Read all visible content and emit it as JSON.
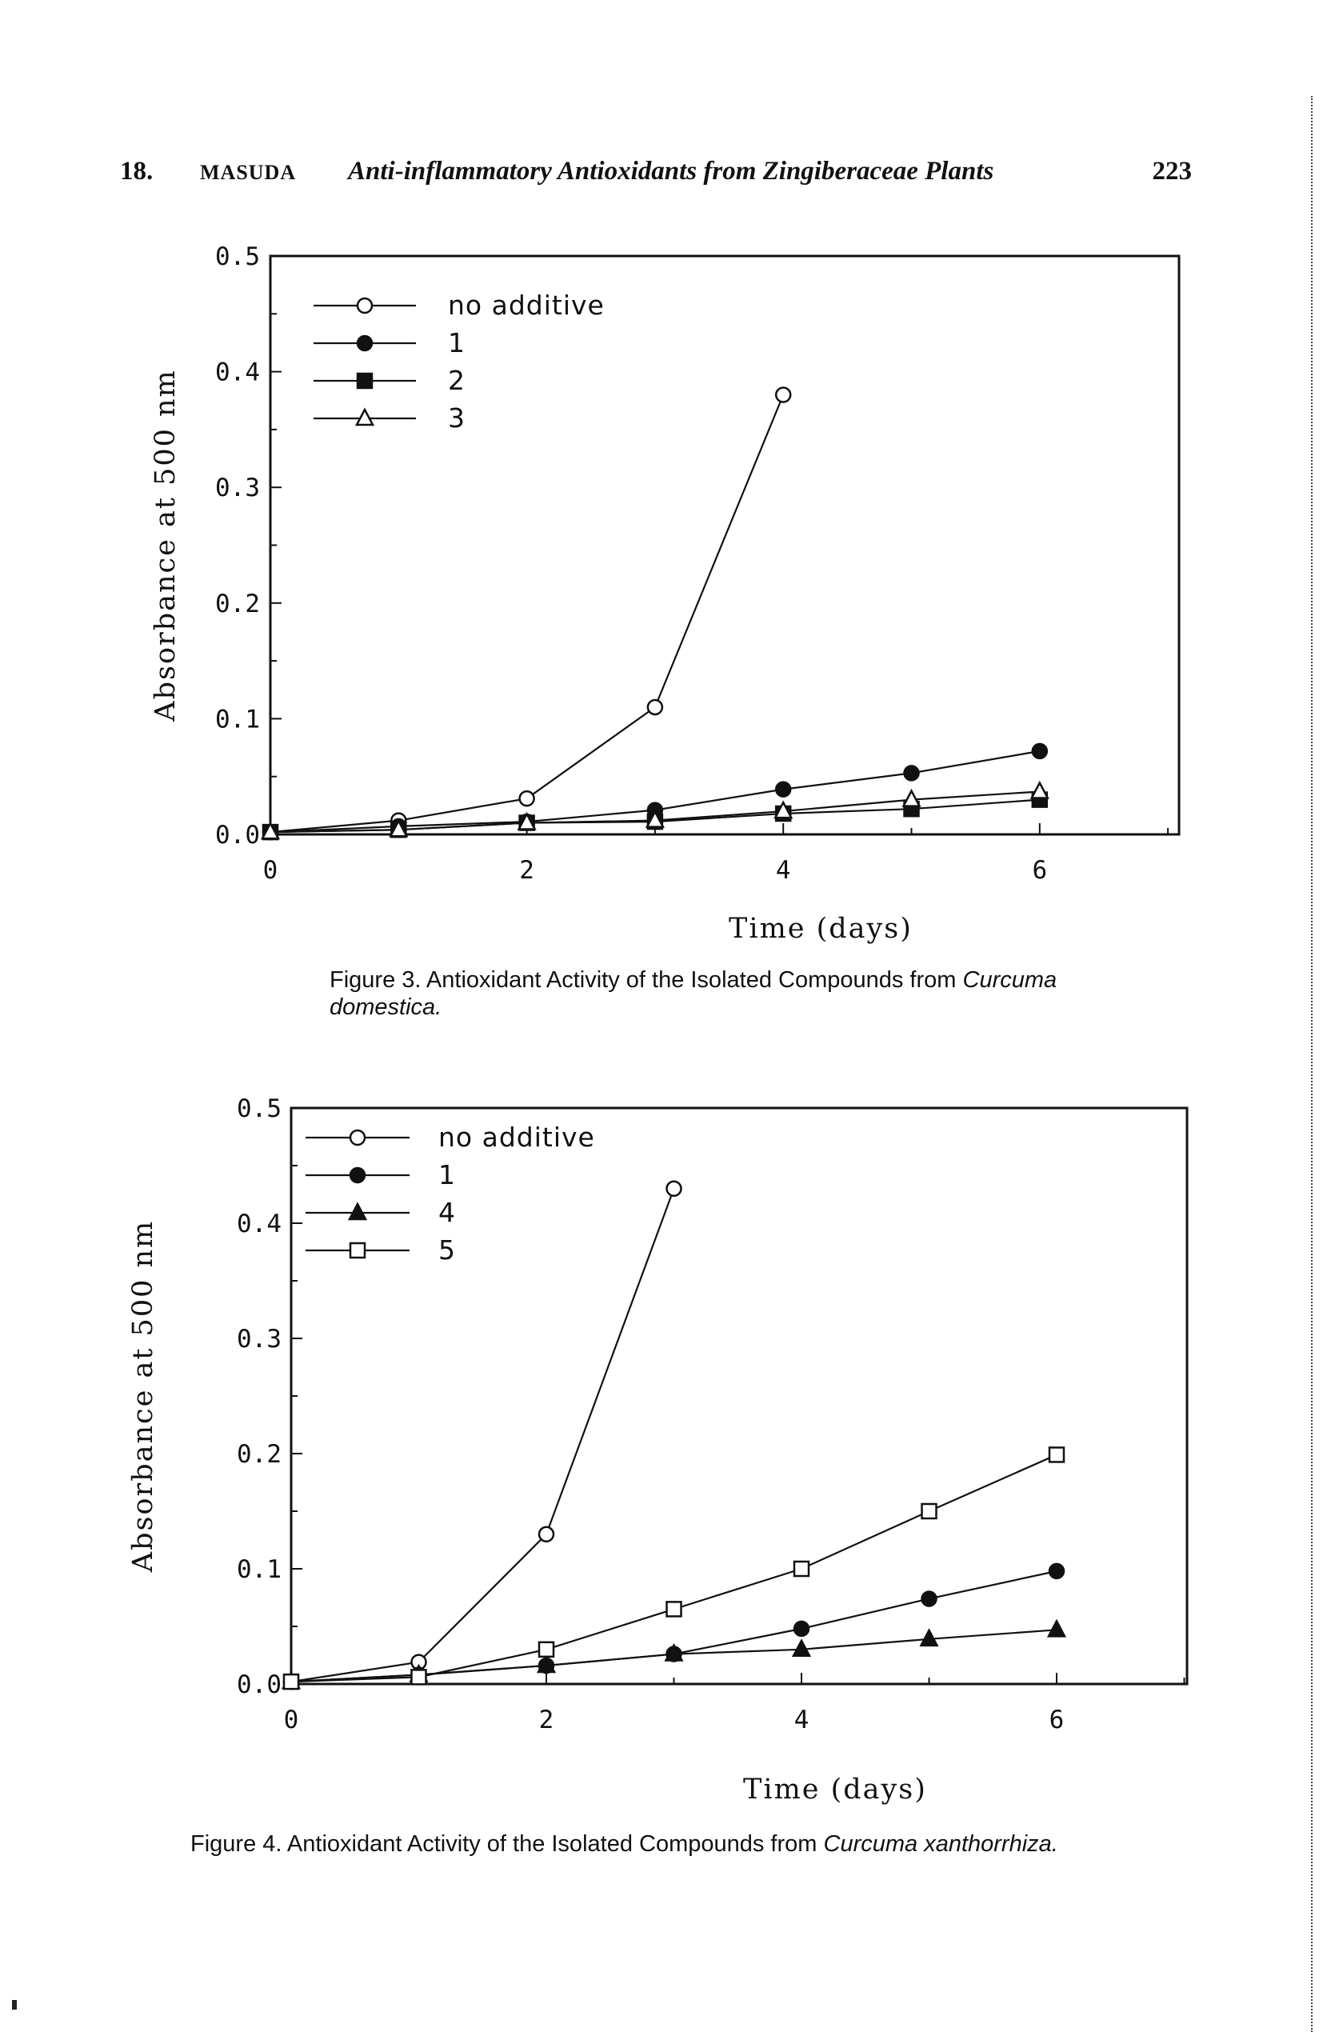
{
  "page_header": {
    "chapter": "18.",
    "author": "MASUDA",
    "title": "Anti-inflammatory Antioxidants from Zingiberaceae Plants",
    "page_number": "223"
  },
  "chart_data": [
    {
      "type": "line",
      "xlabel": "Time (days)",
      "ylabel": "Absorbance at 500 nm",
      "xlim": [
        0,
        7
      ],
      "ylim": [
        0,
        0.5
      ],
      "x_ticks": [
        "0",
        "2",
        "4",
        "6"
      ],
      "y_ticks": [
        "0.0",
        "0.1",
        "0.2",
        "0.3",
        "0.4",
        "0.5"
      ],
      "legend_position": "top-left",
      "series": [
        {
          "name": "no additive",
          "marker": "open-circle",
          "x": [
            0,
            1,
            2,
            3,
            4
          ],
          "y": [
            0.002,
            0.012,
            0.031,
            0.11,
            0.38
          ]
        },
        {
          "name": "1",
          "marker": "filled-circle",
          "x": [
            0,
            1,
            2,
            3,
            4,
            5,
            6
          ],
          "y": [
            0.002,
            0.007,
            0.011,
            0.021,
            0.039,
            0.053,
            0.072
          ]
        },
        {
          "name": "2",
          "marker": "filled-square",
          "x": [
            0,
            1,
            2,
            3,
            4,
            5,
            6
          ],
          "y": [
            0.002,
            0.004,
            0.01,
            0.011,
            0.018,
            0.022,
            0.03
          ]
        },
        {
          "name": "3",
          "marker": "open-triangle",
          "x": [
            0,
            1,
            2,
            3,
            4,
            5,
            6
          ],
          "y": [
            0.002,
            0.004,
            0.01,
            0.012,
            0.02,
            0.03,
            0.037
          ]
        }
      ]
    },
    {
      "type": "line",
      "xlabel": "Time (days)",
      "ylabel": "Absorbance at 500 nm",
      "xlim": [
        0,
        7
      ],
      "ylim": [
        0,
        0.5
      ],
      "x_ticks": [
        "0",
        "2",
        "4",
        "6"
      ],
      "y_ticks": [
        "0.0",
        "0.1",
        "0.2",
        "0.3",
        "0.4",
        "0.5"
      ],
      "legend_position": "top-left",
      "series": [
        {
          "name": "no additive",
          "marker": "open-circle",
          "x": [
            0,
            1,
            2,
            3
          ],
          "y": [
            0.002,
            0.019,
            0.13,
            0.43
          ]
        },
        {
          "name": "1",
          "marker": "filled-circle",
          "x": [
            0,
            1,
            2,
            3,
            4,
            5,
            6
          ],
          "y": [
            0.002,
            0.008,
            0.016,
            0.026,
            0.048,
            0.074,
            0.098
          ]
        },
        {
          "name": "4",
          "marker": "filled-triangle",
          "x": [
            0,
            1,
            2,
            3,
            4,
            5,
            6
          ],
          "y": [
            0.002,
            0.008,
            0.016,
            0.026,
            0.03,
            0.039,
            0.047
          ]
        },
        {
          "name": "5",
          "marker": "open-square",
          "x": [
            0,
            1,
            2,
            3,
            4,
            5,
            6
          ],
          "y": [
            0.002,
            0.006,
            0.03,
            0.065,
            0.1,
            0.15,
            0.199
          ]
        }
      ]
    }
  ],
  "captions": [
    {
      "label": "Figure 3.",
      "text": "Antioxidant Activity of the Isolated Compounds from",
      "species": "Curcuma domestica."
    },
    {
      "label": "Figure 4.",
      "text": "Antioxidant Activity of the Isolated Compounds from",
      "species": "Curcuma xanthorrhiza."
    }
  ]
}
